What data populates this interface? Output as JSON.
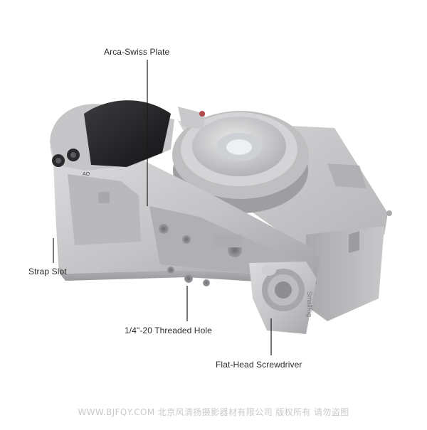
{
  "callouts": {
    "arca_swiss_plate": "Arca-Swiss Plate",
    "strap_slot": "Strap Slot",
    "threaded_hole": "1/4\"-20 Threaded Hole",
    "flat_head_screwdriver": "Flat-Head Screwdriver"
  },
  "engravings": {
    "brand_side": "SmallRig",
    "cage_code": "AO"
  },
  "watermark": "WWW.BJFQY.COM 北京风清扬摄影器材有限公司 版权所有 请勿盗图",
  "colors": {
    "background": "#ffffff",
    "cage_silver": "#c9c9cb",
    "camera_gray": "#c2c2c4",
    "grip_leather": "#2a2a2c",
    "leader_line": "#1c1c1c",
    "label_text": "#2b2b2b",
    "watermark_text": "#c9c9c9"
  }
}
